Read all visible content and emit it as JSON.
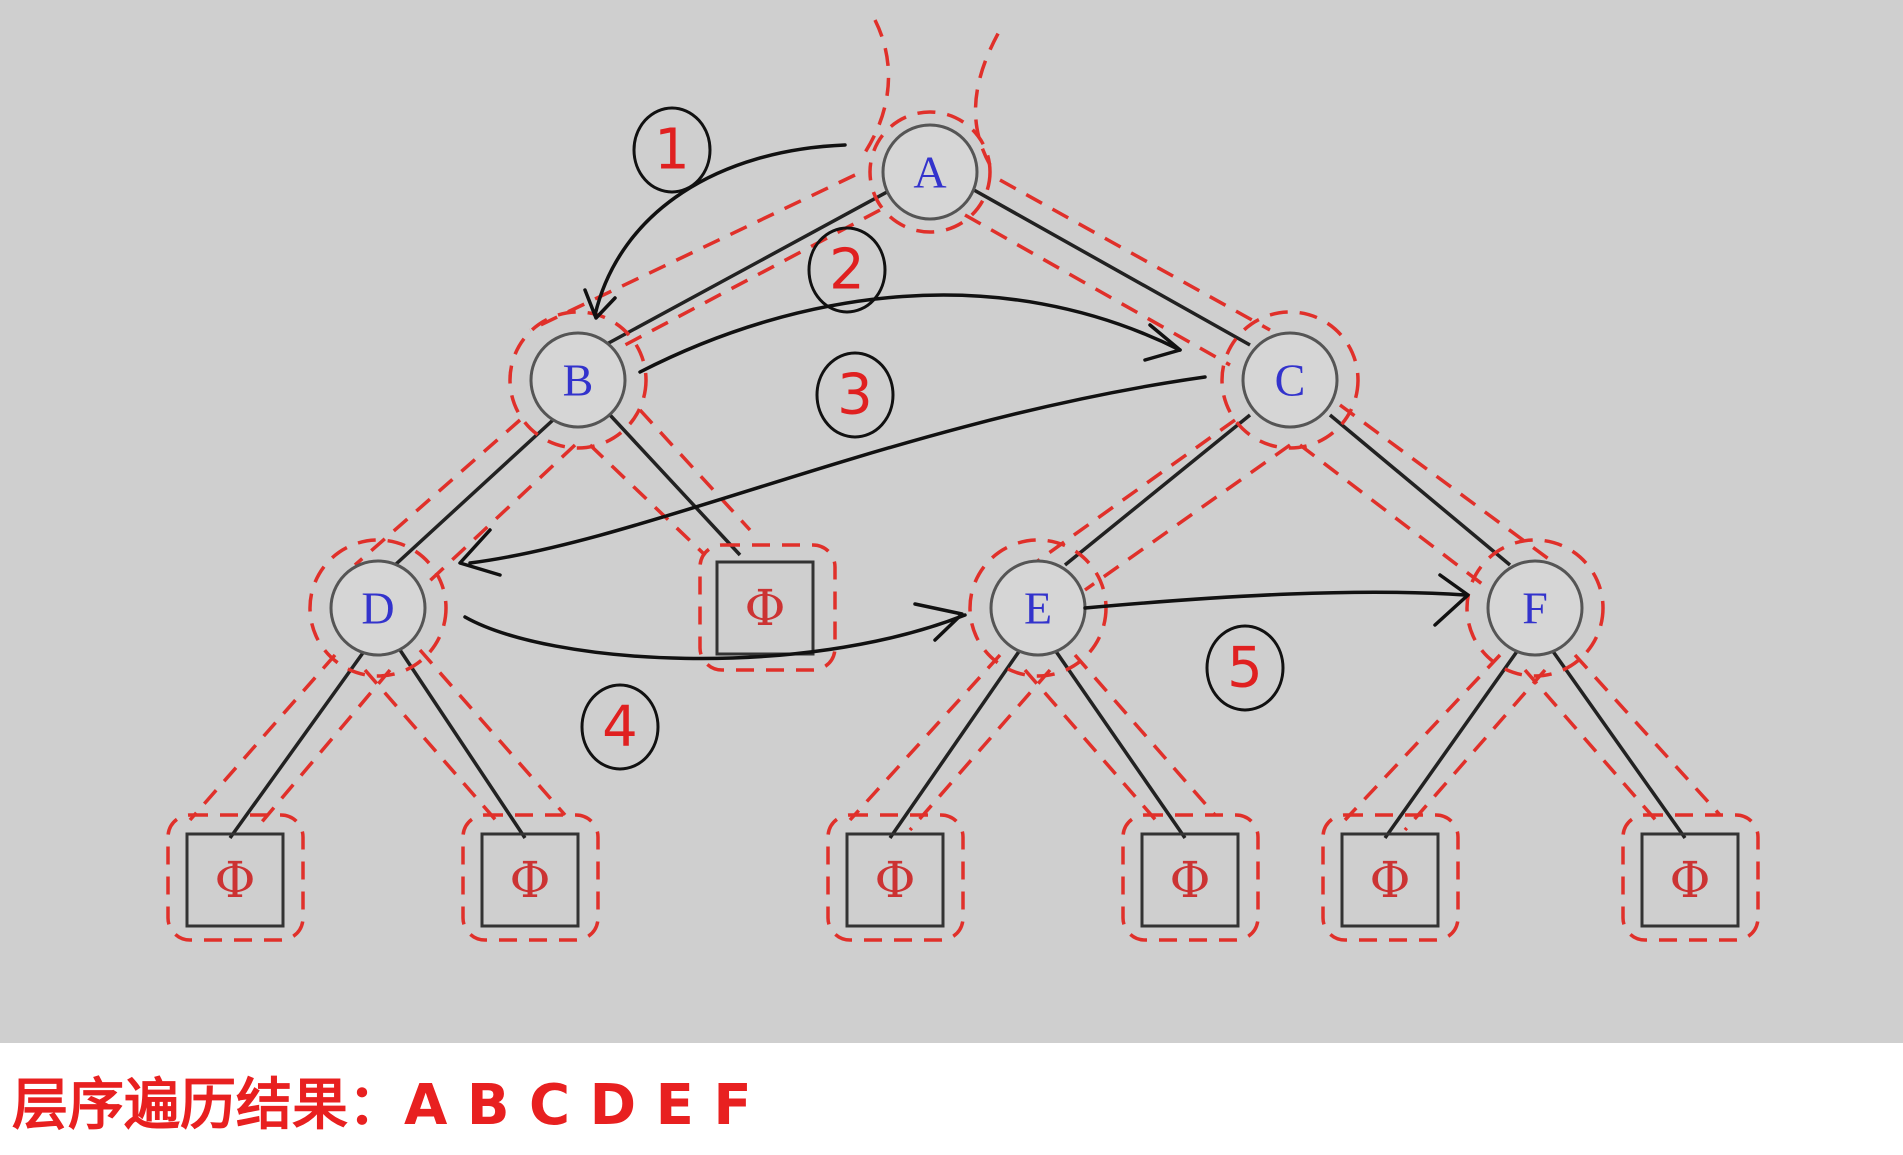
{
  "colors": {
    "panel_background": "#cfcfcf",
    "node_label": "#3333cc",
    "null_label": "#cc3333",
    "dashed_outline": "#e0302a",
    "step_label": "#e02020",
    "result_text": "#e82020"
  },
  "nodes": [
    {
      "id": "A",
      "label": "A"
    },
    {
      "id": "B",
      "label": "B"
    },
    {
      "id": "C",
      "label": "C"
    },
    {
      "id": "D",
      "label": "D"
    },
    {
      "id": "E",
      "label": "E"
    },
    {
      "id": "F",
      "label": "F"
    }
  ],
  "null_symbol": "Φ",
  "null_children": [
    {
      "parent": "B",
      "side": "right"
    },
    {
      "parent": "D",
      "side": "left"
    },
    {
      "parent": "D",
      "side": "right"
    },
    {
      "parent": "E",
      "side": "left"
    },
    {
      "parent": "E",
      "side": "right"
    },
    {
      "parent": "F",
      "side": "left"
    },
    {
      "parent": "F",
      "side": "right"
    }
  ],
  "edges": [
    {
      "from": "A",
      "to": "B"
    },
    {
      "from": "A",
      "to": "C"
    },
    {
      "from": "B",
      "to": "D"
    },
    {
      "from": "C",
      "to": "E"
    },
    {
      "from": "C",
      "to": "F"
    }
  ],
  "steps": [
    {
      "label": "1",
      "from": "A",
      "to": "B"
    },
    {
      "label": "2",
      "from": "B",
      "to": "C"
    },
    {
      "label": "3",
      "from": "C",
      "to": "D"
    },
    {
      "label": "4",
      "from": "D",
      "to": "E"
    },
    {
      "label": "5",
      "from": "E",
      "to": "F"
    }
  ],
  "result": {
    "label": "层序遍历结果：",
    "sequence": "A B C D E F"
  }
}
